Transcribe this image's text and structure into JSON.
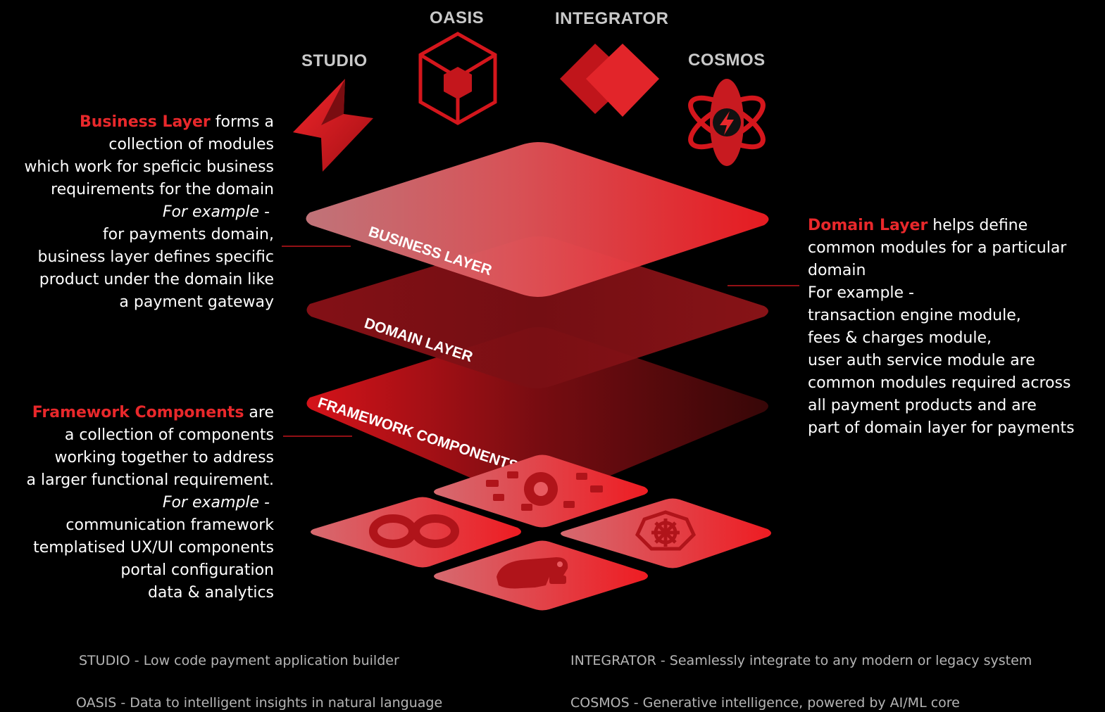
{
  "products": {
    "studio": "STUDIO",
    "oasis": "OASIS",
    "integrator": "INTEGRATOR",
    "cosmos": "COSMOS"
  },
  "layers": {
    "business": "BUSINESS LAYER",
    "domain": "DOMAIN LAYER",
    "framework": "FRAMEWORK COMPONENTS"
  },
  "business_desc": {
    "highlight": "Business Layer",
    "l1": " forms a",
    "l2": "collection of modules",
    "l3": "which work for speficic business",
    "l4": "requirements for the domain",
    "l5": "For example -",
    "l6": "for payments domain,",
    "l7": "business layer defines specific",
    "l8": "product under the domain like",
    "l9": "a payment gateway"
  },
  "domain_desc": {
    "highlight": "Domain Layer",
    "l1": " helps define",
    "l2": "common modules for a particular",
    "l3": "domain",
    "l4": "For example -",
    "l5": "transaction engine module,",
    "l6": "fees & charges module,",
    "l7": "user auth service module are",
    "l8": "common modules required across",
    "l9": "all payment products and are",
    "l10": "part of domain layer for payments"
  },
  "framework_desc": {
    "highlight": "Framework Components",
    "l1": " are",
    "l2": "a collection of components",
    "l3": "working together to address",
    "l4": "a larger functional requirement.",
    "l5": "For example -",
    "l6": "communication framework",
    "l7": "templatised UX/UI components",
    "l8": "portal configuration",
    "l9": "data & analytics"
  },
  "footer": {
    "studio": "STUDIO - Low code payment application builder",
    "oasis": "OASIS - Data to intelligent insights in natural language",
    "integrator": "INTEGRATOR - Seamlessly integrate to any modern or legacy system",
    "cosmos": "COSMOS - Generative intelligence, powered by AI/ML core"
  },
  "icons": {
    "studio": "lightning-bolt-icon",
    "oasis": "cube-hexagon-icon",
    "integrator": "overlapping-diamonds-icon",
    "cosmos": "atom-bolt-icon",
    "tile_gears": "gear-network-icon",
    "tile_infinity": "infinity-icon",
    "tile_helm": "ship-wheel-icon",
    "tile_python": "python-logo-icon"
  },
  "colors": {
    "accent": "#e8282b",
    "background": "#000000"
  }
}
